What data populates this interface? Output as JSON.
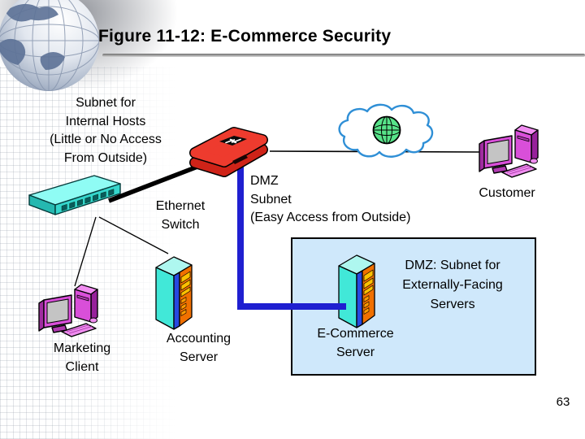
{
  "slide": {
    "title": "Figure 11-12: E-Commerce Security",
    "page_number": "63"
  },
  "labels": {
    "internal_subnet": "Subnet for\nInternal Hosts\n(Little or No Access\nFrom Outside)",
    "ethernet_switch": "Ethernet\nSwitch",
    "dmz_subnet": "DMZ\nSubnet\n(Easy Access from Outside)",
    "customer": "Customer",
    "dmz_box": "DMZ: Subnet for\nExternally-Facing\nServers",
    "ecommerce_server": "E-Commerce\nServer",
    "accounting_server": "Accounting\nServer",
    "marketing_client": "Marketing\nClient"
  },
  "icons": {
    "logo": "globe-logo-icon",
    "internet": "internet-cloud-icon",
    "internet_globe": "globe-icon",
    "router": "router-icon",
    "switch": "ethernet-switch-icon",
    "customer_pc": "computer-icon",
    "marketing_pc": "computer-icon",
    "accounting_srv": "server-tower-icon",
    "ecommerce_srv": "server-tower-icon"
  },
  "colors": {
    "router_red": "#ee3b2e",
    "router_red_dark": "#cf2318",
    "device_cyan": "#41e8d8",
    "device_magenta": "#d94fd9",
    "server_panel_orange": "#f07000",
    "server_strip_blue": "#2749e0",
    "connection_blue": "#1f1fd0",
    "dmz_box_fill": "#cfe8fb",
    "dmz_box_border": "#000000",
    "cloud_outline": "#2f8fd6",
    "globe_green": "#57e389",
    "text_color": "#000000"
  }
}
